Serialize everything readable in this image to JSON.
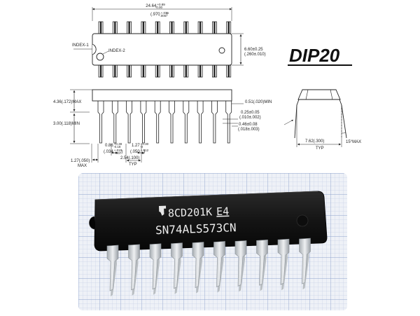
{
  "title": "DIP20",
  "top_view": {
    "length_dim": "24.64",
    "length_tol_upper": "+0.89",
    "length_tol_lower": "-0.00",
    "length_inch_dim": ".970",
    "length_inch_tol_upper": "+.035",
    "length_inch_tol_lower": "-.000",
    "index1_label": "INDEX-1",
    "index2_label": "INDEX-2",
    "width_dim": "6.60±0.25",
    "width_inch_dim": "(.260±.010)"
  },
  "side_view": {
    "body_height_label": "4.36(.172)MAX",
    "pin_length_label": "3.00(.118)MIN",
    "standoff_label": "0.51(.020)MIN",
    "lead_thickness_label": "0.25±0.05",
    "lead_thickness_inch_label": "(.010±.002)",
    "lead_width_label": "0.46±0.08",
    "lead_width_inch_label": "(.018±.003)",
    "shoulder_width_label": "0.86",
    "shoulder_width_tol_upper": "+0.38",
    "shoulder_width_tol_lower": "-0.18",
    "shoulder_width_inch_label": ".034",
    "shoulder_width_inch_tol_upper": "+.015",
    "shoulder_width_inch_tol_lower": "-.007",
    "pin_wide_label": "1.27",
    "pin_wide_tol_upper": "+0.30",
    "pin_wide_tol_lower": "-0",
    "pin_wide_inch_label": ".050",
    "pin_wide_inch_tol_upper": "+.012",
    "pin_wide_inch_tol_lower": "-0",
    "end_lead_label": "1.27(.050)",
    "end_lead_note": "MAX",
    "pitch_label": "2.54(.100)",
    "pitch_note": "TYP"
  },
  "end_view": {
    "row_spacing_label": "7.62(.300)",
    "row_spacing_note": "TYP",
    "angle_label": "15°MAX"
  },
  "photo": {
    "marking_line1_prefix": "8CD201K",
    "marking_line1_suffix": "E4",
    "marking_line2": "SN74ALS573CN"
  },
  "colors": {
    "line": "#222222",
    "grid_paper": "#eef1f7",
    "grid_line": "#9bb0d4",
    "chip_body": "#131313",
    "lead_metal": "#cfd3d6"
  }
}
